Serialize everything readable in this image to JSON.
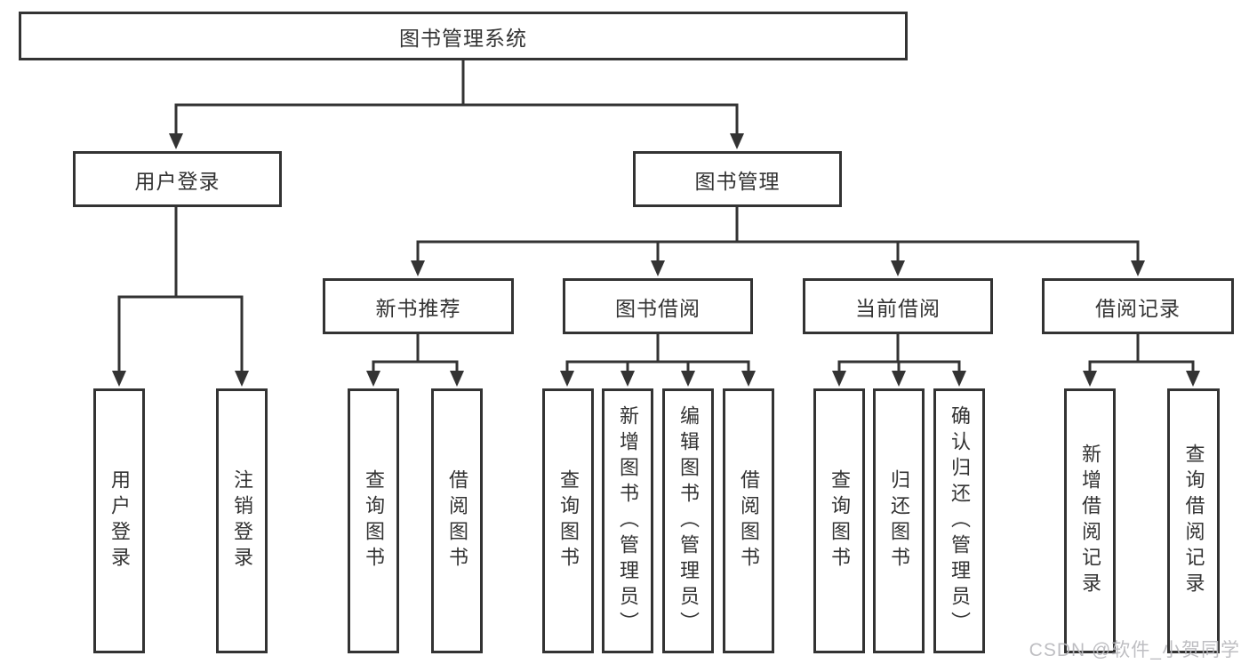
{
  "tree": {
    "label": "图书管理系统",
    "children": [
      {
        "label": "用户登录",
        "children": [
          {
            "label": "用户登录"
          },
          {
            "label": "注销登录"
          }
        ]
      },
      {
        "label": "图书管理",
        "children": [
          {
            "label": "新书推荐",
            "children": [
              {
                "label": "查询图书"
              },
              {
                "label": "借阅图书"
              }
            ]
          },
          {
            "label": "图书借阅",
            "children": [
              {
                "label": "查询图书"
              },
              {
                "label": "新增图书（管理员）"
              },
              {
                "label": "编辑图书（管理员）"
              },
              {
                "label": "借阅图书"
              }
            ]
          },
          {
            "label": "当前借阅",
            "children": [
              {
                "label": "查询图书"
              },
              {
                "label": "归还图书"
              },
              {
                "label": "确认归还（管理员）"
              }
            ]
          },
          {
            "label": "借阅记录",
            "children": [
              {
                "label": "新增借阅记录"
              },
              {
                "label": "查询借阅记录"
              }
            ]
          }
        ]
      }
    ]
  },
  "watermark": {
    "text": "CSDN @软件_小贺同学"
  },
  "colors": {
    "line": "#333333",
    "text": "#333333",
    "box_background": "#ffffff",
    "page_background": "#ffffff",
    "watermark": "#b9b9bd"
  }
}
